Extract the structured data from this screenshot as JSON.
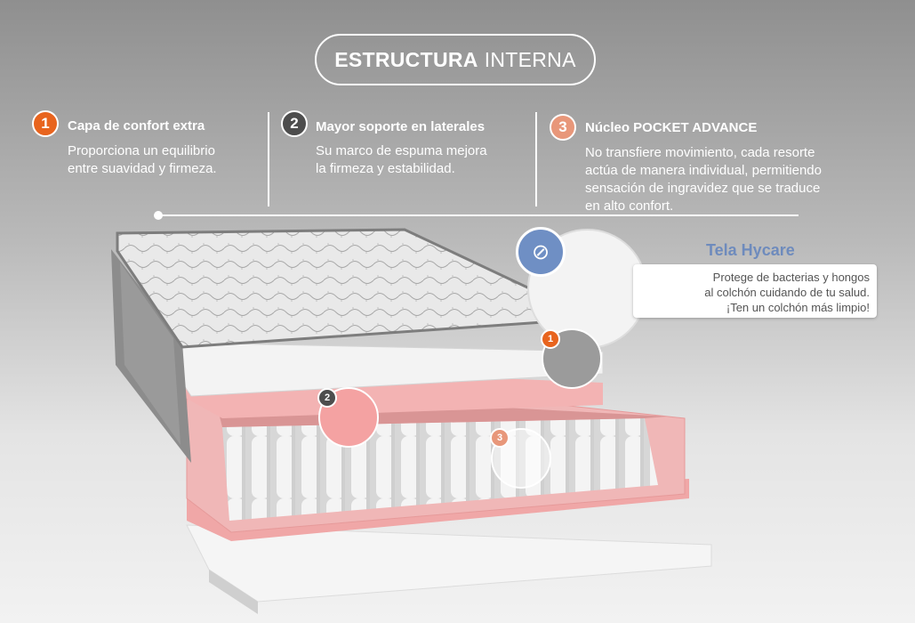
{
  "header": {
    "title_bold": "ESTRUCTURA",
    "title_regular": "INTERNA"
  },
  "features": [
    {
      "number": "1",
      "title": "Capa de confort extra",
      "line1": "Proporciona un equilibrio",
      "line2": "entre suavidad y firmeza.",
      "color": "#e8641e"
    },
    {
      "number": "2",
      "title": "Mayor soporte en laterales",
      "line1": "Su marco de espuma mejora",
      "line2": "la firmeza y estabilidad.",
      "color": "#4d4d4d"
    },
    {
      "number": "3",
      "title": "Núcleo POCKET ADVANCE",
      "line1": "No transfiere movimiento, cada resorte",
      "line2": "actúa de manera individual, permitiendo",
      "line3": "sensación de ingravidez que se traduce",
      "line4": "en alto confort.",
      "color": "#e8977a"
    }
  ],
  "hycare": {
    "title": "Tela Hycare",
    "line1": "Protege de bacterias y hongos",
    "line2": "al colchón  cuidando de tu salud.",
    "line3": "¡Ten un colchón más limpio!",
    "color": "#6e8bbd"
  },
  "badges": [
    "1",
    "2",
    "3"
  ]
}
